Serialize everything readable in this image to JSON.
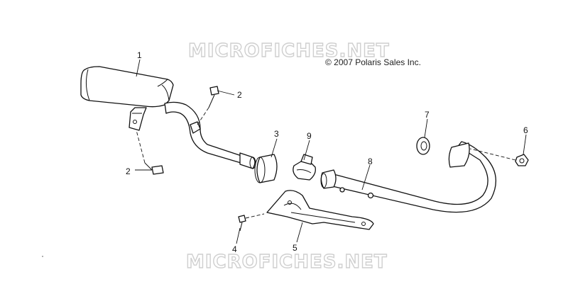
{
  "copyright": "© 2007 Polaris Sales Inc.",
  "watermark": "MICROFICHES.NET",
  "callouts": {
    "muffler": "1",
    "bolt_upper": "2",
    "bolt_lower": "2",
    "seal": "3",
    "bolt_shield": "4",
    "heat_shield": "5",
    "nut": "6",
    "gasket": "7",
    "head_pipe": "8",
    "clamp": "9"
  }
}
